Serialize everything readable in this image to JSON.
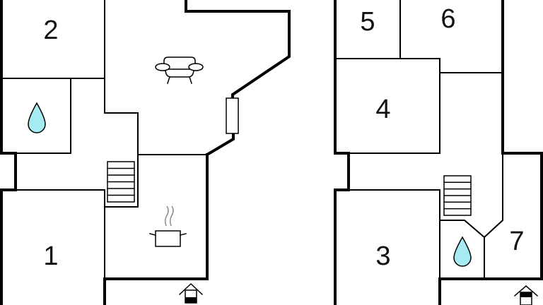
{
  "plan": {
    "left_floor": {
      "rooms": [
        {
          "label": "2",
          "type": "bedroom"
        },
        {
          "label": "1",
          "type": "bedroom"
        }
      ],
      "icons": [
        "water-drop-icon",
        "stairs-icon",
        "sofa-icon",
        "kitchen-pot-icon",
        "window-icon",
        "entrance-icon"
      ]
    },
    "right_floor": {
      "rooms": [
        {
          "label": "5",
          "type": "bedroom"
        },
        {
          "label": "6",
          "type": "bedroom"
        },
        {
          "label": "4",
          "type": "bedroom"
        },
        {
          "label": "3",
          "type": "bedroom"
        },
        {
          "label": "7",
          "type": "bedroom"
        }
      ],
      "icons": [
        "stairs-icon",
        "water-drop-icon",
        "entrance-icon"
      ]
    }
  },
  "colors": {
    "wall": "#000000",
    "water": "#a6eaf2",
    "background": "#ffffff"
  }
}
